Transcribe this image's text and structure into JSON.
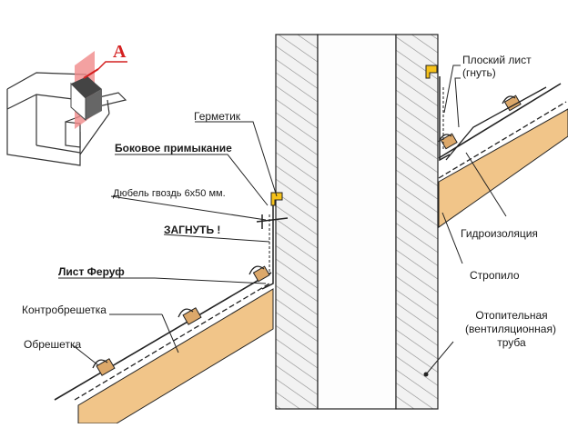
{
  "labels": {
    "marker_a": "А",
    "sealant": "Герметик",
    "side_joint": "Боковое примыкание",
    "dowel_nail": "Дюбель гвоздь 6х50 мм.",
    "bend": "ЗАГНУТЬ !",
    "sheet": "Лист Феруф",
    "counter_batten": "Контробрешетка",
    "batten": "Обрешетка",
    "flat_sheet_line1": "Плоский лист",
    "flat_sheet_line2": "(гнуть)",
    "waterproofing": "Гидроизоляция",
    "rafter": "Стропило",
    "chimney_line1": "Отопительная",
    "chimney_line2": "(вентиляционная)",
    "chimney_line3": "труба"
  },
  "colors": {
    "wood": "#f1c589",
    "wood_dark": "#dca86a",
    "brick_hatch": "#8a8a8a",
    "wall_fill": "#f2f2f2",
    "inner_flue": "#fdfdfd",
    "sealant": "#f6c21b",
    "marker_red": "#d42020",
    "plane_red": "#f08a8a",
    "line": "#222222"
  }
}
